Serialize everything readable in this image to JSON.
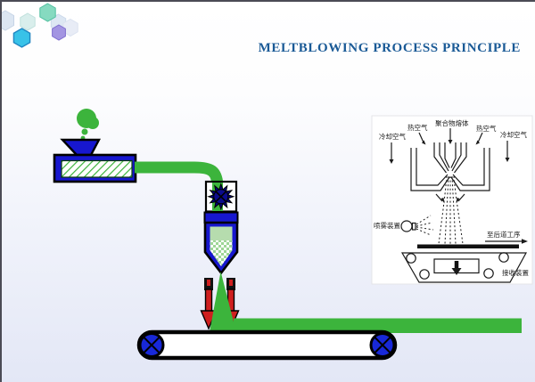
{
  "theme": {
    "title_blue": "#1a5a96",
    "machine_blue": "#1717cf",
    "gear_navy": "#000080",
    "green": "#3cb43c",
    "pale_green": "#b6dcae",
    "checker_green": "#9ed697",
    "red": "#cf1f1f",
    "roller_blue": "#1828d8",
    "ink": "#1a1a1a",
    "bg_top": "#ffffff",
    "bg_bottom": "#e3e7f6"
  },
  "header": {
    "title": "MELTBLOWING PROCESS PRINCIPLE"
  },
  "logo": {
    "icon": "hexagon-cluster"
  },
  "inset": {
    "labels": {
      "hot_air_left": "热空气",
      "polymer_melt": "聚合物熔体",
      "hot_air_right": "热空气",
      "cooling_air_left": "冷却空气",
      "cooling_air_right": "冷却空气",
      "spray_device": "喷雾装置",
      "to_next_process": "至后道工序",
      "receiving_device": "接收装置"
    }
  }
}
